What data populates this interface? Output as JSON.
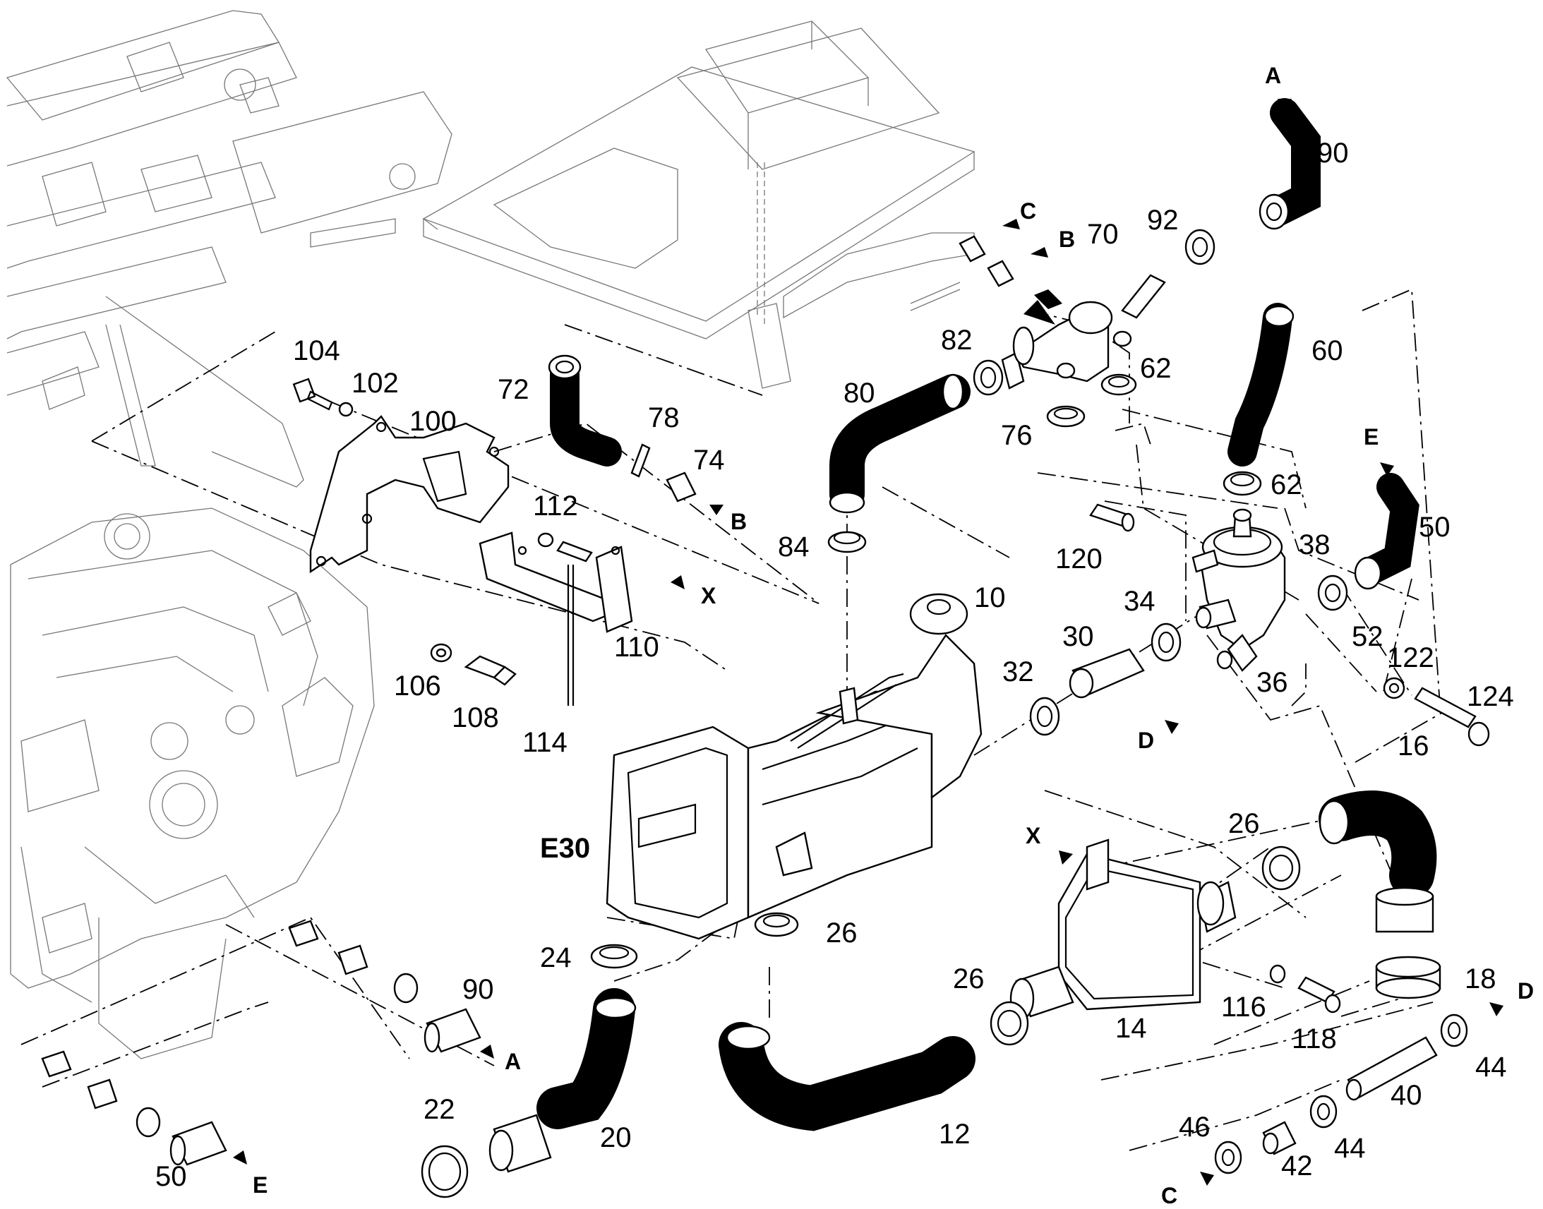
{
  "diagram": {
    "assembly_label": "E30",
    "part_numbers": [
      {
        "id": "p10",
        "text": "10"
      },
      {
        "id": "p12",
        "text": "12"
      },
      {
        "id": "p14",
        "text": "14"
      },
      {
        "id": "p16",
        "text": "16"
      },
      {
        "id": "p18",
        "text": "18"
      },
      {
        "id": "p20",
        "text": "20"
      },
      {
        "id": "p22",
        "text": "22"
      },
      {
        "id": "p24",
        "text": "24"
      },
      {
        "id": "p26a",
        "text": "26"
      },
      {
        "id": "p26b",
        "text": "26"
      },
      {
        "id": "p26c",
        "text": "26"
      },
      {
        "id": "p30",
        "text": "30"
      },
      {
        "id": "p32",
        "text": "32"
      },
      {
        "id": "p34",
        "text": "34"
      },
      {
        "id": "p36",
        "text": "36"
      },
      {
        "id": "p38",
        "text": "38"
      },
      {
        "id": "p40",
        "text": "40"
      },
      {
        "id": "p42",
        "text": "42"
      },
      {
        "id": "p44a",
        "text": "44"
      },
      {
        "id": "p44b",
        "text": "44"
      },
      {
        "id": "p46",
        "text": "46"
      },
      {
        "id": "p50a",
        "text": "50"
      },
      {
        "id": "p50b",
        "text": "50"
      },
      {
        "id": "p52",
        "text": "52"
      },
      {
        "id": "p60",
        "text": "60"
      },
      {
        "id": "p62a",
        "text": "62"
      },
      {
        "id": "p62b",
        "text": "62"
      },
      {
        "id": "p70",
        "text": "70"
      },
      {
        "id": "p72",
        "text": "72"
      },
      {
        "id": "p74",
        "text": "74"
      },
      {
        "id": "p76",
        "text": "76"
      },
      {
        "id": "p78",
        "text": "78"
      },
      {
        "id": "p80",
        "text": "80"
      },
      {
        "id": "p82",
        "text": "82"
      },
      {
        "id": "p84",
        "text": "84"
      },
      {
        "id": "p90a",
        "text": "90"
      },
      {
        "id": "p90b",
        "text": "90"
      },
      {
        "id": "p92",
        "text": "92"
      },
      {
        "id": "p100",
        "text": "100"
      },
      {
        "id": "p102",
        "text": "102"
      },
      {
        "id": "p104",
        "text": "104"
      },
      {
        "id": "p106",
        "text": "106"
      },
      {
        "id": "p108",
        "text": "108"
      },
      {
        "id": "p110",
        "text": "110"
      },
      {
        "id": "p112",
        "text": "112"
      },
      {
        "id": "p114",
        "text": "114"
      },
      {
        "id": "p116",
        "text": "116"
      },
      {
        "id": "p118",
        "text": "118"
      },
      {
        "id": "p120",
        "text": "120"
      },
      {
        "id": "p122",
        "text": "122"
      },
      {
        "id": "p124",
        "text": "124"
      }
    ],
    "connection_markers": [
      {
        "id": "mA1",
        "text": "A"
      },
      {
        "id": "mA2",
        "text": "A"
      },
      {
        "id": "mB1",
        "text": "B"
      },
      {
        "id": "mB2",
        "text": "B"
      },
      {
        "id": "mC1",
        "text": "C"
      },
      {
        "id": "mC2",
        "text": "C"
      },
      {
        "id": "mD1",
        "text": "D"
      },
      {
        "id": "mD2",
        "text": "D"
      },
      {
        "id": "mE1",
        "text": "E"
      },
      {
        "id": "mE2",
        "text": "E"
      },
      {
        "id": "mX1",
        "text": "X"
      },
      {
        "id": "mX2",
        "text": "X"
      }
    ]
  }
}
